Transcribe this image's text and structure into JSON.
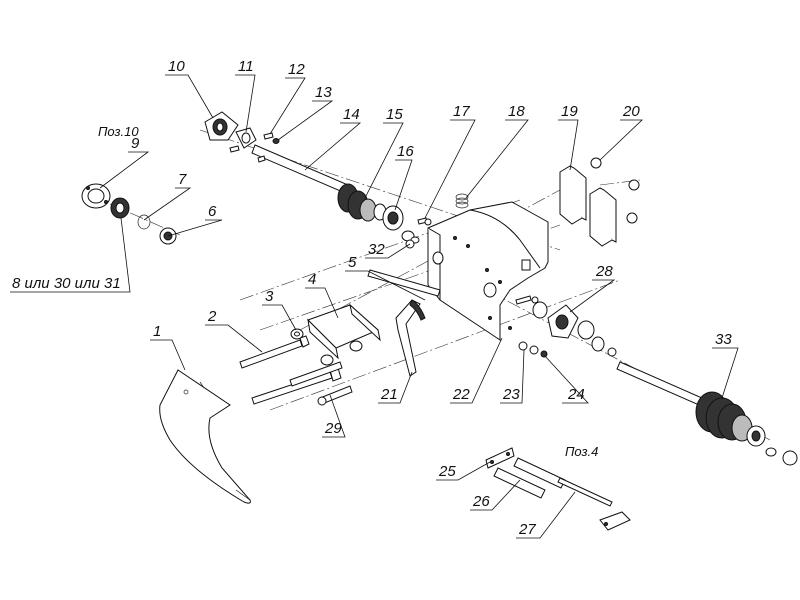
{
  "labels": {
    "p1": "1",
    "p2": "2",
    "p3": "3",
    "p4": "4",
    "p5": "5",
    "p6": "6",
    "p7": "7",
    "p8": "8 или 30 или 31",
    "p9": "9",
    "p10": "10",
    "p11": "11",
    "p12": "12",
    "p13": "13",
    "p14": "14",
    "p15": "15",
    "p16": "16",
    "p17": "17",
    "p18": "18",
    "p19": "19",
    "p20": "20",
    "p21": "21",
    "p22": "22",
    "p23": "23",
    "p24": "24",
    "p25": "25",
    "p26": "26",
    "p27": "27",
    "p28": "28",
    "p29": "29",
    "p32": "32",
    "p33": "33"
  },
  "notes": {
    "pos10": "Поз.10",
    "pos4": "Поз.4"
  }
}
